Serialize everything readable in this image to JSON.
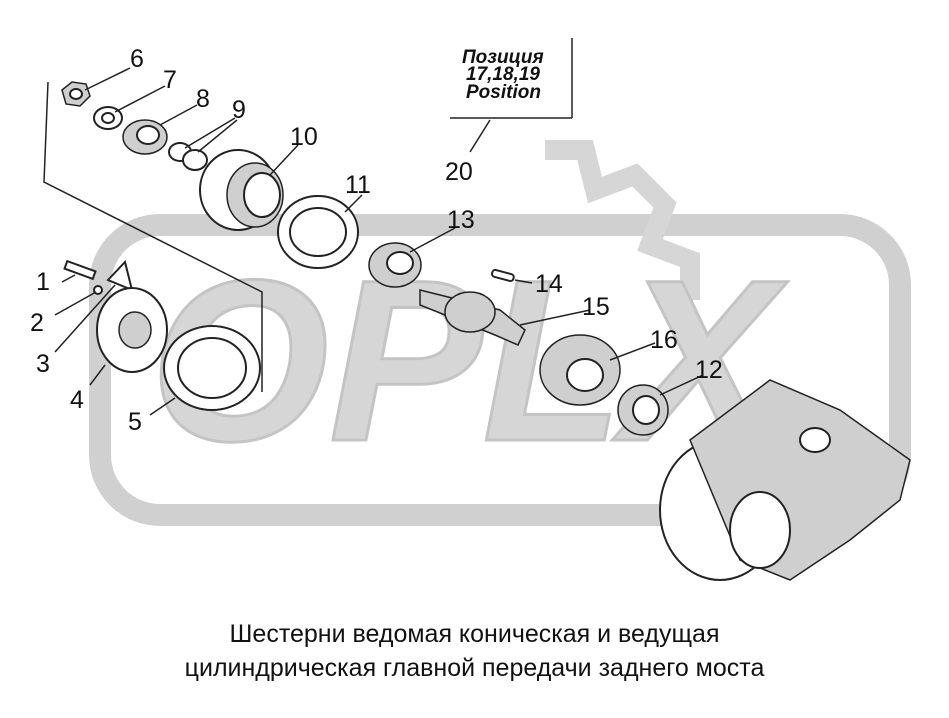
{
  "watermark": {
    "text": "OPLX"
  },
  "position_note": {
    "line1": "Позиция",
    "line2": "17,18,19",
    "line3": "Position"
  },
  "callouts": {
    "c1": "1",
    "c2": "2",
    "c3": "3",
    "c4": "4",
    "c5": "5",
    "c6": "6",
    "c7": "7",
    "c8": "8",
    "c9": "9",
    "c10": "10",
    "c11": "11",
    "c12": "12",
    "c13": "13",
    "c14": "14",
    "c15": "15",
    "c16": "16",
    "c20": "20"
  },
  "caption": {
    "line1": "Шестерни ведомая коническая и ведущая",
    "line2": "цилиндрическая главной передачи заднего моста"
  }
}
